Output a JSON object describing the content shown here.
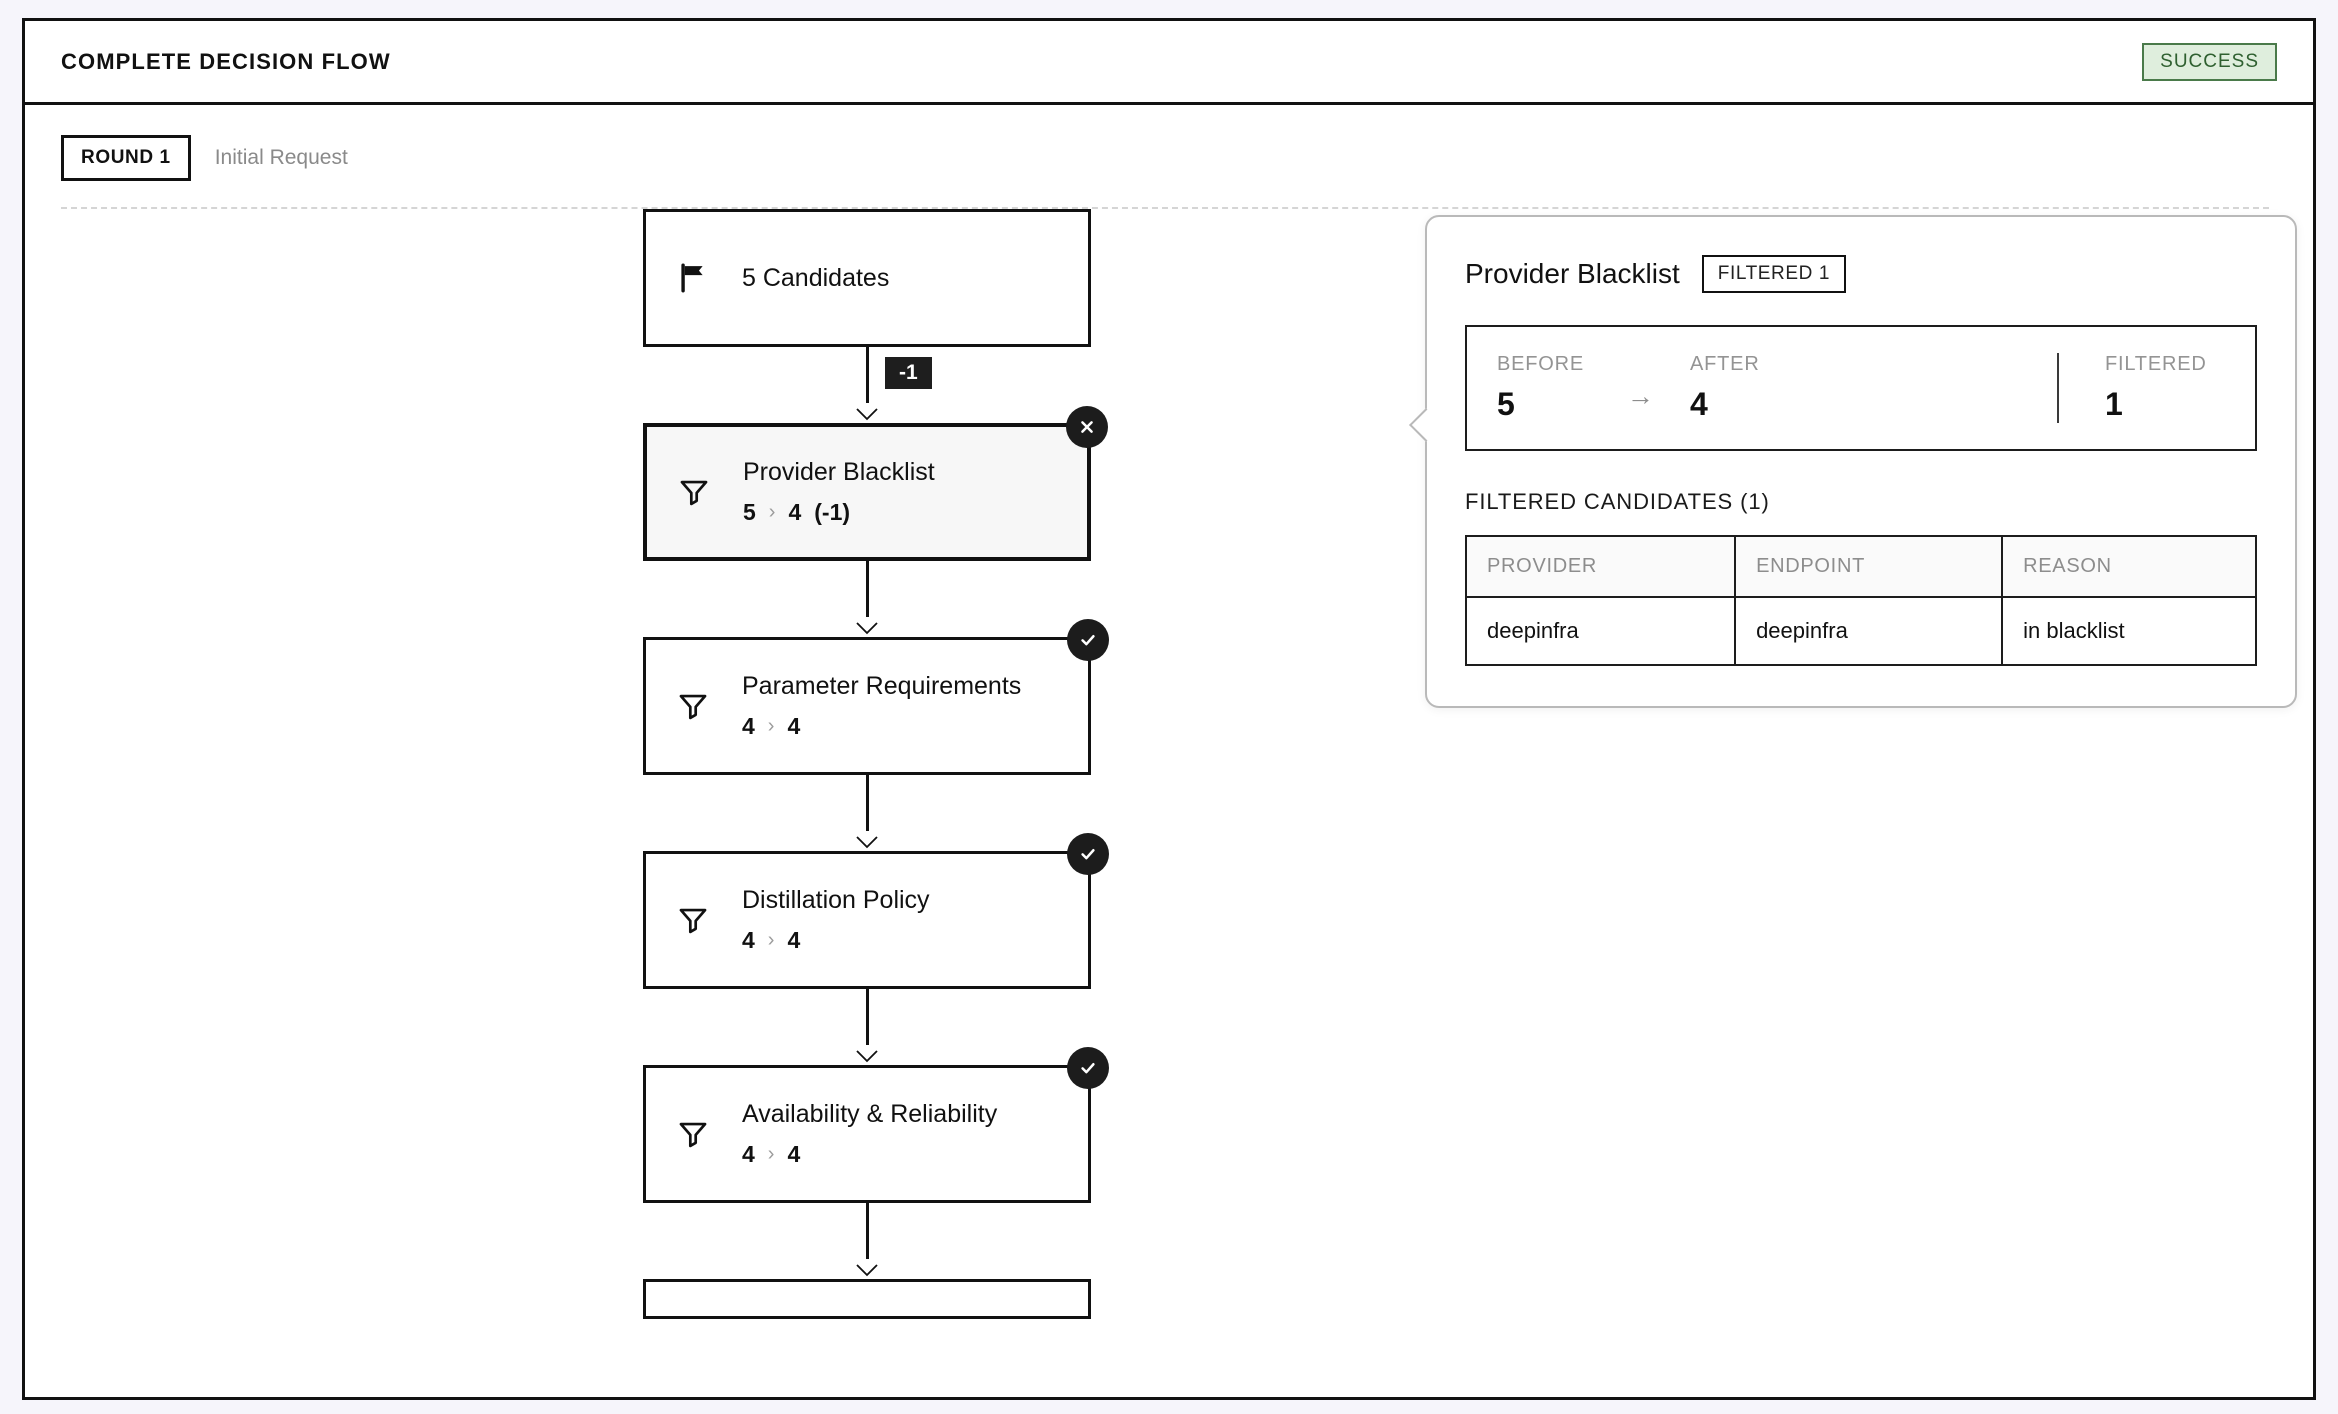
{
  "header": {
    "title": "COMPLETE DECISION FLOW",
    "status": "SUCCESS",
    "status_bg": "#dfeedd",
    "status_fg": "#2f6030",
    "status_border": "#4a7a4a"
  },
  "round": {
    "badge": "ROUND 1",
    "subtitle": "Initial Request"
  },
  "flow": {
    "nodes": [
      {
        "id": "start",
        "icon": "flag-icon",
        "title": "5 Candidates",
        "before": "",
        "after": "",
        "delta": "",
        "badge": "",
        "selected": false
      },
      {
        "id": "provider-blacklist",
        "icon": "filter-icon",
        "title": "Provider Blacklist",
        "before": "5",
        "after": "4",
        "delta": "(-1)",
        "badge": "x",
        "selected": true
      },
      {
        "id": "parameter-requirements",
        "icon": "filter-icon",
        "title": "Parameter Requirements",
        "before": "4",
        "after": "4",
        "delta": "",
        "badge": "check",
        "selected": false
      },
      {
        "id": "distillation-policy",
        "icon": "filter-icon",
        "title": "Distillation Policy",
        "before": "4",
        "after": "4",
        "delta": "",
        "badge": "check",
        "selected": false
      },
      {
        "id": "availability-reliability",
        "icon": "filter-icon",
        "title": "Availability & Reliability",
        "before": "4",
        "after": "4",
        "delta": "",
        "badge": "check",
        "selected": false
      }
    ],
    "connectors": [
      {
        "delta_badge": "-1"
      },
      {
        "delta_badge": ""
      },
      {
        "delta_badge": ""
      },
      {
        "delta_badge": ""
      },
      {
        "delta_badge": ""
      }
    ]
  },
  "detail": {
    "title": "Provider Blacklist",
    "chip": "FILTERED 1",
    "stats": {
      "before_label": "BEFORE",
      "before_value": "5",
      "arrow": "→",
      "after_label": "AFTER",
      "after_value": "4",
      "filtered_label": "FILTERED",
      "filtered_value": "1"
    },
    "table_label": "FILTERED CANDIDATES (1)",
    "columns": [
      "PROVIDER",
      "ENDPOINT",
      "REASON"
    ],
    "rows": [
      [
        "deepinfra",
        "deepinfra",
        "in blacklist"
      ]
    ]
  }
}
